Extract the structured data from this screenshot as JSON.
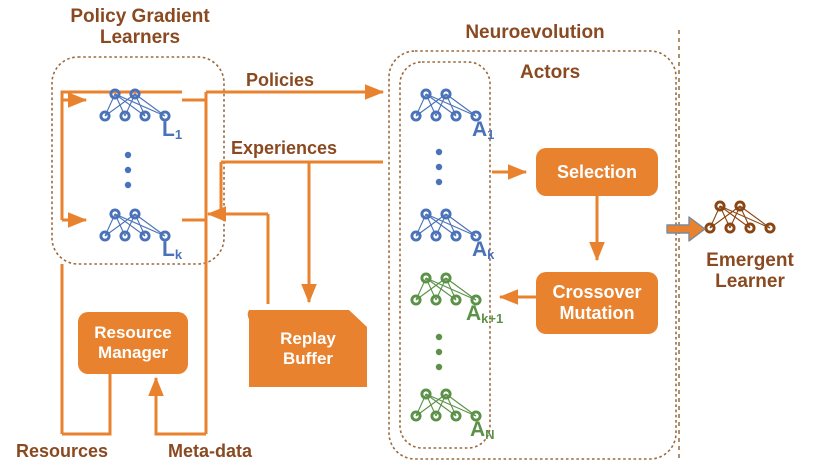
{
  "diagram": {
    "title_policy_gradient": "Policy Gradient\nLearners",
    "title_neuroevolution": "Neuroevolution",
    "title_actors": "Actors",
    "emergent_learner": "Emergent\nLearner"
  },
  "colors": {
    "orange": "#E8822E",
    "orange_dark": "#E0761F",
    "brown_text": "#8a4a21",
    "brown_dash": "#9c6a3f",
    "blue_node": "#4A72B8",
    "green_node": "#5B9248",
    "brown_node": "#8B4513",
    "white": "#FFFFFF",
    "arrow_outline": "#7A8AA0"
  },
  "process_boxes": [
    {
      "name": "selection",
      "label": "Selection"
    },
    {
      "name": "crossover",
      "label": "Crossover\nMutation"
    },
    {
      "name": "resource-manager",
      "label": "Resource\nManager"
    },
    {
      "name": "replay-buffer",
      "label": "Replay\nBuffer"
    }
  ],
  "flow_labels": [
    {
      "name": "policies",
      "label": "Policies"
    },
    {
      "name": "experiences",
      "label": "Experiences"
    },
    {
      "name": "resources",
      "label": "Resources"
    },
    {
      "name": "meta-data",
      "label": "Meta-data"
    }
  ],
  "learners": [
    {
      "name": "learner-1",
      "label": "L",
      "sub": "1",
      "color": "#4A72B8"
    },
    {
      "name": "learner-k",
      "label": "L",
      "sub": "k",
      "color": "#4A72B8"
    }
  ],
  "actors": [
    {
      "name": "actor-1",
      "label": "A",
      "sub": "1",
      "color": "#4A72B8"
    },
    {
      "name": "actor-k",
      "label": "A",
      "sub": "k",
      "color": "#4A72B8"
    },
    {
      "name": "actor-k1",
      "label": "A",
      "sub": "k+1",
      "color": "#5B9248"
    },
    {
      "name": "actor-N",
      "label": "A",
      "sub": "N",
      "color": "#5B9248"
    }
  ],
  "network_glyph": {
    "top_nodes": 2,
    "bottom_nodes": 4,
    "style": "ring"
  },
  "ellipsis": {
    "dots": 3
  }
}
